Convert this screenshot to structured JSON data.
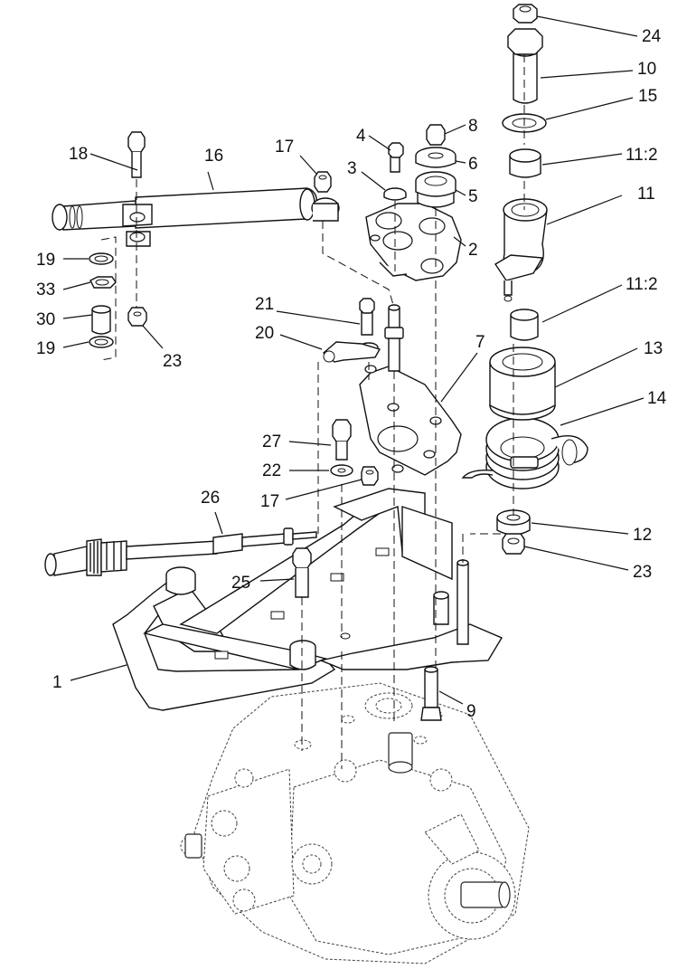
{
  "labels": {
    "p1": "1",
    "p2": "2",
    "p3": "3",
    "p4": "4",
    "p5": "5",
    "p6": "6",
    "p7": "7",
    "p8": "8",
    "p9": "9",
    "p10": "10",
    "p11": "11",
    "p11_2a": "11:2",
    "p11_2b": "11:2",
    "p12": "12",
    "p13": "13",
    "p14": "14",
    "p15": "15",
    "p16": "16",
    "p17a": "17",
    "p17b": "17",
    "p18": "18",
    "p19a": "19",
    "p19b": "19",
    "p20": "20",
    "p21": "21",
    "p22": "22",
    "p23a": "23",
    "p23b": "23",
    "p24": "24",
    "p25": "25",
    "p26": "26",
    "p27": "27",
    "p30": "30",
    "p33": "33"
  }
}
